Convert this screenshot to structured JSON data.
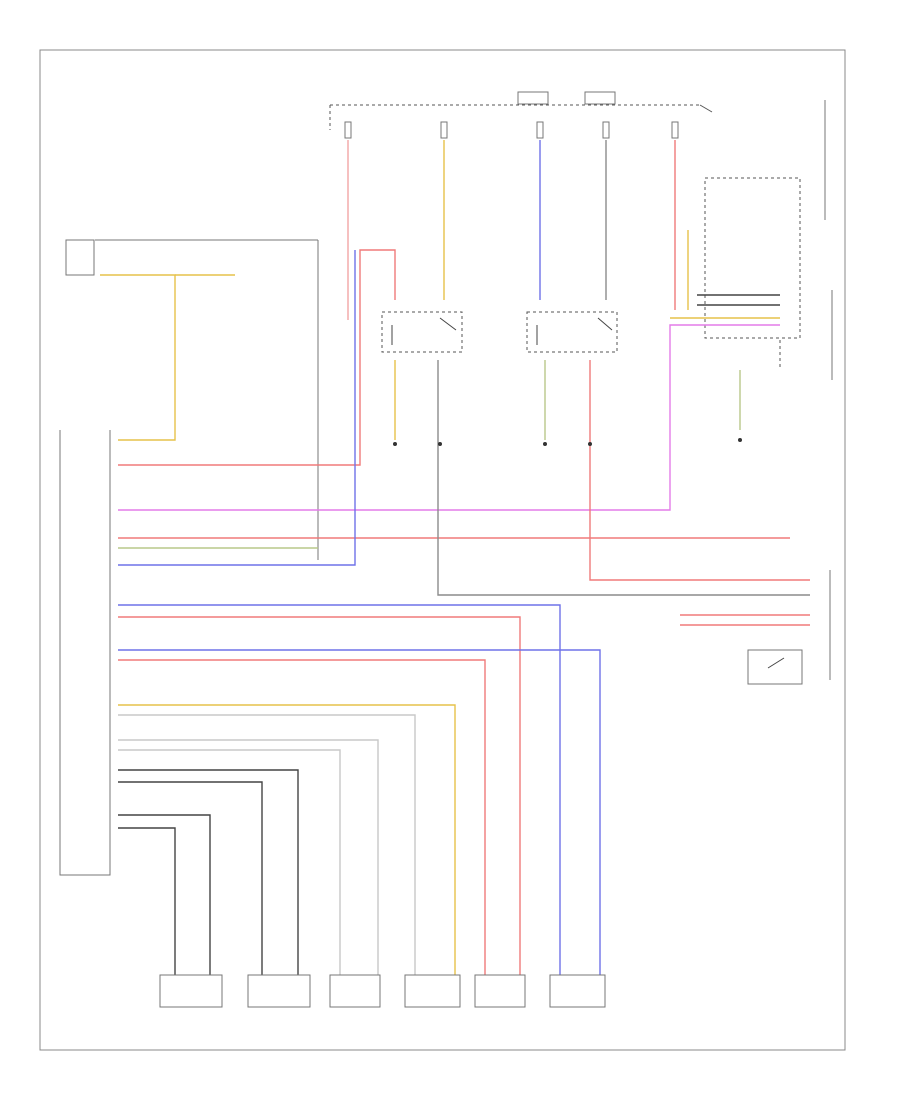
{
  "diagram": {
    "footer_code": "",
    "colors": {
      "red": "#f07a7a",
      "pink": "#f2a6a6",
      "yellow": "#e6c24a",
      "violet": "#e47ce8",
      "blue": "#6f72e8",
      "grey": "#8c8c8c",
      "dark": "#444444",
      "light": "#c8c8c8",
      "green": "#b8c88a"
    },
    "components": [
      {
        "id": "pcm",
        "label": ""
      },
      {
        "id": "fuse-block",
        "label": ""
      },
      {
        "id": "ac-control",
        "label": ""
      },
      {
        "id": "ambient-sensor",
        "label": ""
      },
      {
        "id": "compressor-clutch-relay",
        "label": ""
      },
      {
        "id": "blower-relay",
        "label": ""
      },
      {
        "id": "sensor-1",
        "label": ""
      },
      {
        "id": "sensor-2",
        "label": ""
      },
      {
        "id": "sensor-3",
        "label": ""
      },
      {
        "id": "sensor-4",
        "label": ""
      },
      {
        "id": "sensor-5",
        "label": ""
      },
      {
        "id": "sensor-6",
        "label": ""
      }
    ]
  }
}
